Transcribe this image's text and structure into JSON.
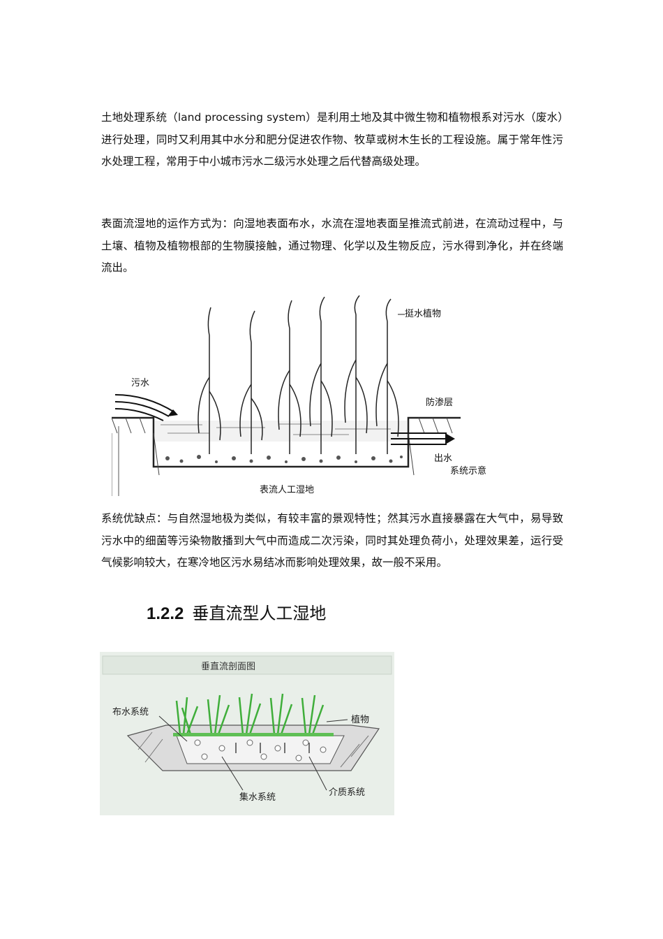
{
  "paragraphs": {
    "p1": "土地处理系统（land processing system）是利用土地及其中微生物和植物根系对污水（废水）进行处理，同时又利用其中水分和肥分促进农作物、牧草或树木生长的工程设施。属于常年性污水处理工程，常用于中小城市污水二级污水处理之后代替高级处理。",
    "p2": "表面流湿地的运作方式为：向湿地表面布水，水流在湿地表面呈推流式前进，在流动过程中，与土壤、植物及植物根部的生物膜接触，通过物理、化学以及生物反应，污水得到净化，并在终端流出。",
    "p3": "系统优缺点：与自然湿地极为类似，有较丰富的景观特性；然其污水直接暴露在大气中，易导致污水中的细菌等污染物散播到大气中而造成二次污染，同时其处理负荷小，处理效果差，运行受气候影响较大，在寒冷地区污水易结冰而影响处理效果，故一般不采用。"
  },
  "figure1": {
    "label_plants": "挺水植物",
    "label_inflow": "污水",
    "label_liner": "防渗层",
    "label_outflow": "出水",
    "label_note": "系统示意",
    "caption": "表流人工湿地"
  },
  "section": {
    "number": "1.2.2",
    "title": "垂直流型人工湿地"
  },
  "figure2": {
    "title": "垂直流剖面图",
    "label_distribution": "布水系统",
    "label_plants": "植物",
    "label_collection": "集水系统",
    "label_media": "介质系统",
    "accent_green": "#3fae3a"
  }
}
